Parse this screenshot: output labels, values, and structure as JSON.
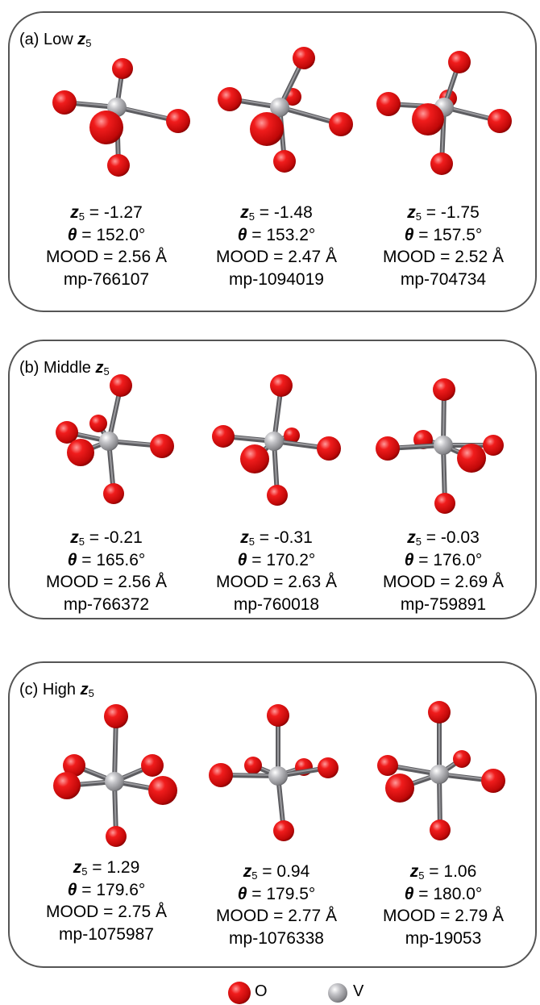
{
  "panels": [
    {
      "title_prefix": "(a) Low ",
      "title_z": "z",
      "title_sub": "5",
      "structures": [
        {
          "z5": "-1.27",
          "theta": "152.0°",
          "mood": "2.56 Å",
          "mp": "mp-766107"
        },
        {
          "z5": "-1.48",
          "theta": "153.2°",
          "mood": "2.47 Å",
          "mp": "mp-1094019"
        },
        {
          "z5": "-1.75",
          "theta": "157.5°",
          "mood": "2.52 Å",
          "mp": "mp-704734"
        }
      ]
    },
    {
      "title_prefix": "(b) Middle ",
      "title_z": "z",
      "title_sub": "5",
      "structures": [
        {
          "z5": "-0.21",
          "theta": "165.6°",
          "mood": "2.56 Å",
          "mp": "mp-766372"
        },
        {
          "z5": "-0.31",
          "theta": "170.2°",
          "mood": "2.63 Å",
          "mp": "mp-760018"
        },
        {
          "z5": "-0.03",
          "theta": "176.0°",
          "mood": "2.69 Å",
          "mp": "mp-759891"
        }
      ]
    },
    {
      "title_prefix": "(c) High ",
      "title_z": "z",
      "title_sub": "5",
      "structures": [
        {
          "z5": "1.29",
          "theta": "179.6°",
          "mood": "2.75 Å",
          "mp": "mp-1075987"
        },
        {
          "z5": "0.94",
          "theta": "179.5°",
          "mood": "2.77 Å",
          "mp": "mp-1076338"
        },
        {
          "z5": "1.06",
          "theta": "180.0°",
          "mood": "2.79 Å",
          "mp": "mp-19053"
        }
      ]
    }
  ],
  "labels": {
    "z_symbol": "z",
    "z_sub": "5",
    "eq": " = ",
    "theta_symbol": "θ",
    "mood_prefix": "MOOD = "
  },
  "legend": {
    "oxygen_label": "O",
    "vanadium_label": "V"
  },
  "colors": {
    "oxygen": "#e01818",
    "vanadium": "#a8a8ac",
    "bond": "#5a5a5e",
    "panel_border": "#555555"
  }
}
